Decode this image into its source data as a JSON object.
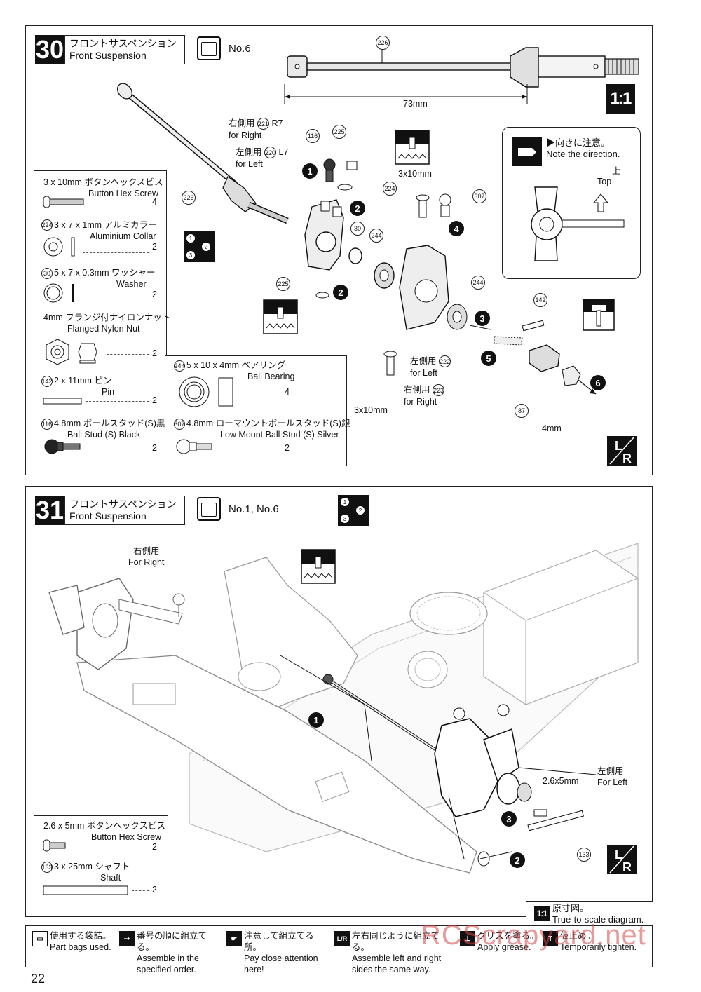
{
  "step30": {
    "number": "30",
    "title_jp": "フロントサスペンション",
    "title_en": "Front Suspension",
    "bag": "No.6",
    "dim_label": "73mm",
    "scale": "1:1",
    "lr": "L/R",
    "callouts": {
      "right_jp": "右側用",
      "right_part": "221",
      "right_suffix": "R7",
      "right_en": "for Right",
      "left_jp": "左側用",
      "left_part": "220",
      "left_suffix": "L7",
      "left_en": "for Left",
      "screw1": "3x10mm",
      "screw2": "3x10mm",
      "knuckle_left_jp": "左側用",
      "knuckle_left_part": "222",
      "knuckle_left_en": "for Left",
      "knuckle_right_jp": "右側用",
      "knuckle_right_part": "223",
      "knuckle_right_en": "for Right",
      "nut_size": "4mm"
    },
    "part_ids": {
      "driveshaft": "226",
      "driveshaft2": "226",
      "ball116": "116",
      "p225a": "225",
      "p225b": "225",
      "p224": "224",
      "p30": "30",
      "p244a": "244",
      "p244b": "244",
      "p307": "307",
      "p142": "142",
      "p87": "87"
    },
    "note": {
      "jp": "向きに注意。",
      "en": "Note the direction.",
      "top_jp": "上",
      "top_en": "Top"
    },
    "parts": [
      {
        "id": "",
        "size": "3 x 10mm",
        "jp": "ボタンヘックスビス",
        "en": "Button Hex Screw",
        "qty": "4"
      },
      {
        "id": "224",
        "size": "3 x 7 x 1mm",
        "jp": "アルミカラー",
        "en": "Aluminium Collar",
        "qty": "2"
      },
      {
        "id": "30",
        "size": "5 x 7 x 0.3mm",
        "jp": "ワッシャー",
        "en": "Washer",
        "qty": "2"
      },
      {
        "id": "",
        "size": "4mm",
        "jp": "フランジ付ナイロンナット",
        "en": "Flanged Nylon Nut",
        "qty": "2"
      },
      {
        "id": "142",
        "size": "2 x 11mm",
        "jp": "ピン",
        "en": "Pin",
        "qty": "2"
      },
      {
        "id": "116",
        "size": "4.8mm",
        "jp": "ボールスタッド(S)黒",
        "en": "Ball Stud (S) Black",
        "qty": "2"
      },
      {
        "id": "244",
        "size": "5 x 10 x 4mm",
        "jp": "ベアリング",
        "en": "Ball Bearing",
        "qty": "4"
      },
      {
        "id": "307",
        "size": "4.8mm",
        "jp": "ローマウントボールスタッド(S)銀",
        "en": "Low Mount Ball Stud (S) Silver",
        "qty": "2"
      }
    ]
  },
  "step31": {
    "number": "31",
    "title_jp": "フロントサスペンション",
    "title_en": "Front Suspension",
    "bag": "No.1, No.6",
    "lr": "L/R",
    "callouts": {
      "right_jp": "右側用",
      "right_en": "For Right",
      "left_jp": "左側用",
      "left_en": "For Left",
      "screw": "2.6x5mm",
      "shaft_id": "133"
    },
    "parts": [
      {
        "id": "",
        "size": "2.6 x 5mm",
        "jp": "ボタンヘックスビス",
        "en": "Button Hex Screw",
        "qty": "2"
      },
      {
        "id": "133",
        "size": "3 x 25mm",
        "jp": "シャフト",
        "en": "Shaft",
        "qty": "2"
      }
    ]
  },
  "scale_legend": {
    "badge": "1:1",
    "jp": "原寸図。",
    "en": "True-to-scale diagram."
  },
  "legend": [
    {
      "icon": "bag",
      "jp": "使用する袋詰。",
      "en": "Part bags used."
    },
    {
      "icon": "order",
      "jp": "番号の順に組立てる。",
      "en": "Assemble in the specified order."
    },
    {
      "icon": "attention",
      "jp": "注意して組立てる所。",
      "en": "Pay close attention here!"
    },
    {
      "icon": "lr",
      "jp": "左右同じように組立てる。",
      "en": "Assemble left and right sides the same way."
    },
    {
      "icon": "grease",
      "jp": "グリスを塗る。",
      "en": "Apply grease."
    },
    {
      "icon": "temp",
      "jp": "仮止め。",
      "en": "Temporarily tighten."
    }
  ],
  "watermark": "RCScrapyard.net",
  "page_number": "22"
}
